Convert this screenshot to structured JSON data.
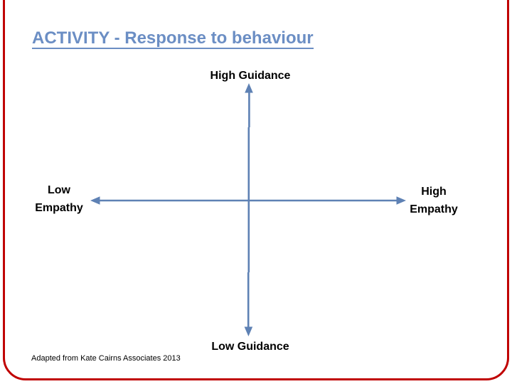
{
  "slide": {
    "title": "ACTIVITY - Response to behaviour",
    "footer": "Adapted from Kate Cairns Associates 2013"
  },
  "diagram": {
    "axis_top_label": "High Guidance",
    "axis_bottom_label": "Low Guidance",
    "axis_left_label": "Low\nEmpathy",
    "axis_right_label": "High\nEmpathy"
  },
  "colors": {
    "title_blue": "#6B8EC4",
    "arrow_blue": "#5E81B4",
    "border_red": "#C00000",
    "label_black": "#000000"
  }
}
